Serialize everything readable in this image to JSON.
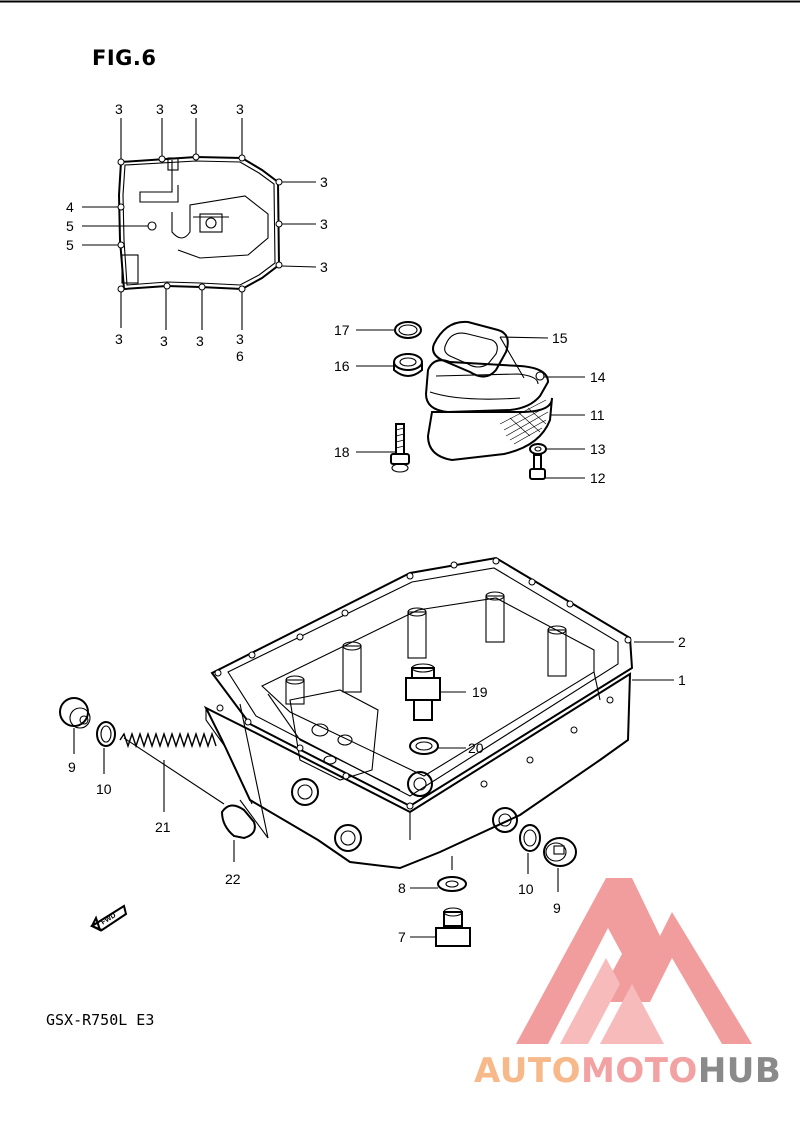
{
  "figure": {
    "title": "FIG.6",
    "model": "GSX-R750L E3"
  },
  "watermark": {
    "parts": [
      "AUTO",
      "MOTO",
      "HUB"
    ],
    "colors": {
      "auto": "#f7b98a",
      "moto": "#f2a2a2",
      "hub": "#8a8a8a",
      "logo": "#f08c8c"
    }
  },
  "fwd_label": "FWD",
  "callouts": {
    "top_3a": "3",
    "top_3b": "3",
    "top_3c": "3",
    "top_3d": "3",
    "right_3a": "3",
    "right_3b": "3",
    "right_3c": "3",
    "bot_3a": "3",
    "bot_3b": "3",
    "bot_3c": "3",
    "bot_3d": "3",
    "bot_6": "6",
    "left_4": "4",
    "left_5a": "5",
    "left_5b": "5",
    "p17": "17",
    "p16": "16",
    "p18": "18",
    "p15": "15",
    "p14": "14",
    "p11": "11",
    "p13": "13",
    "p12": "12",
    "p2": "2",
    "p1": "1",
    "p19": "19",
    "p20": "20",
    "p9a": "9",
    "p10a": "10",
    "p21": "21",
    "p22": "22",
    "p8": "8",
    "p7": "7",
    "p10b": "10",
    "p9b": "9"
  }
}
